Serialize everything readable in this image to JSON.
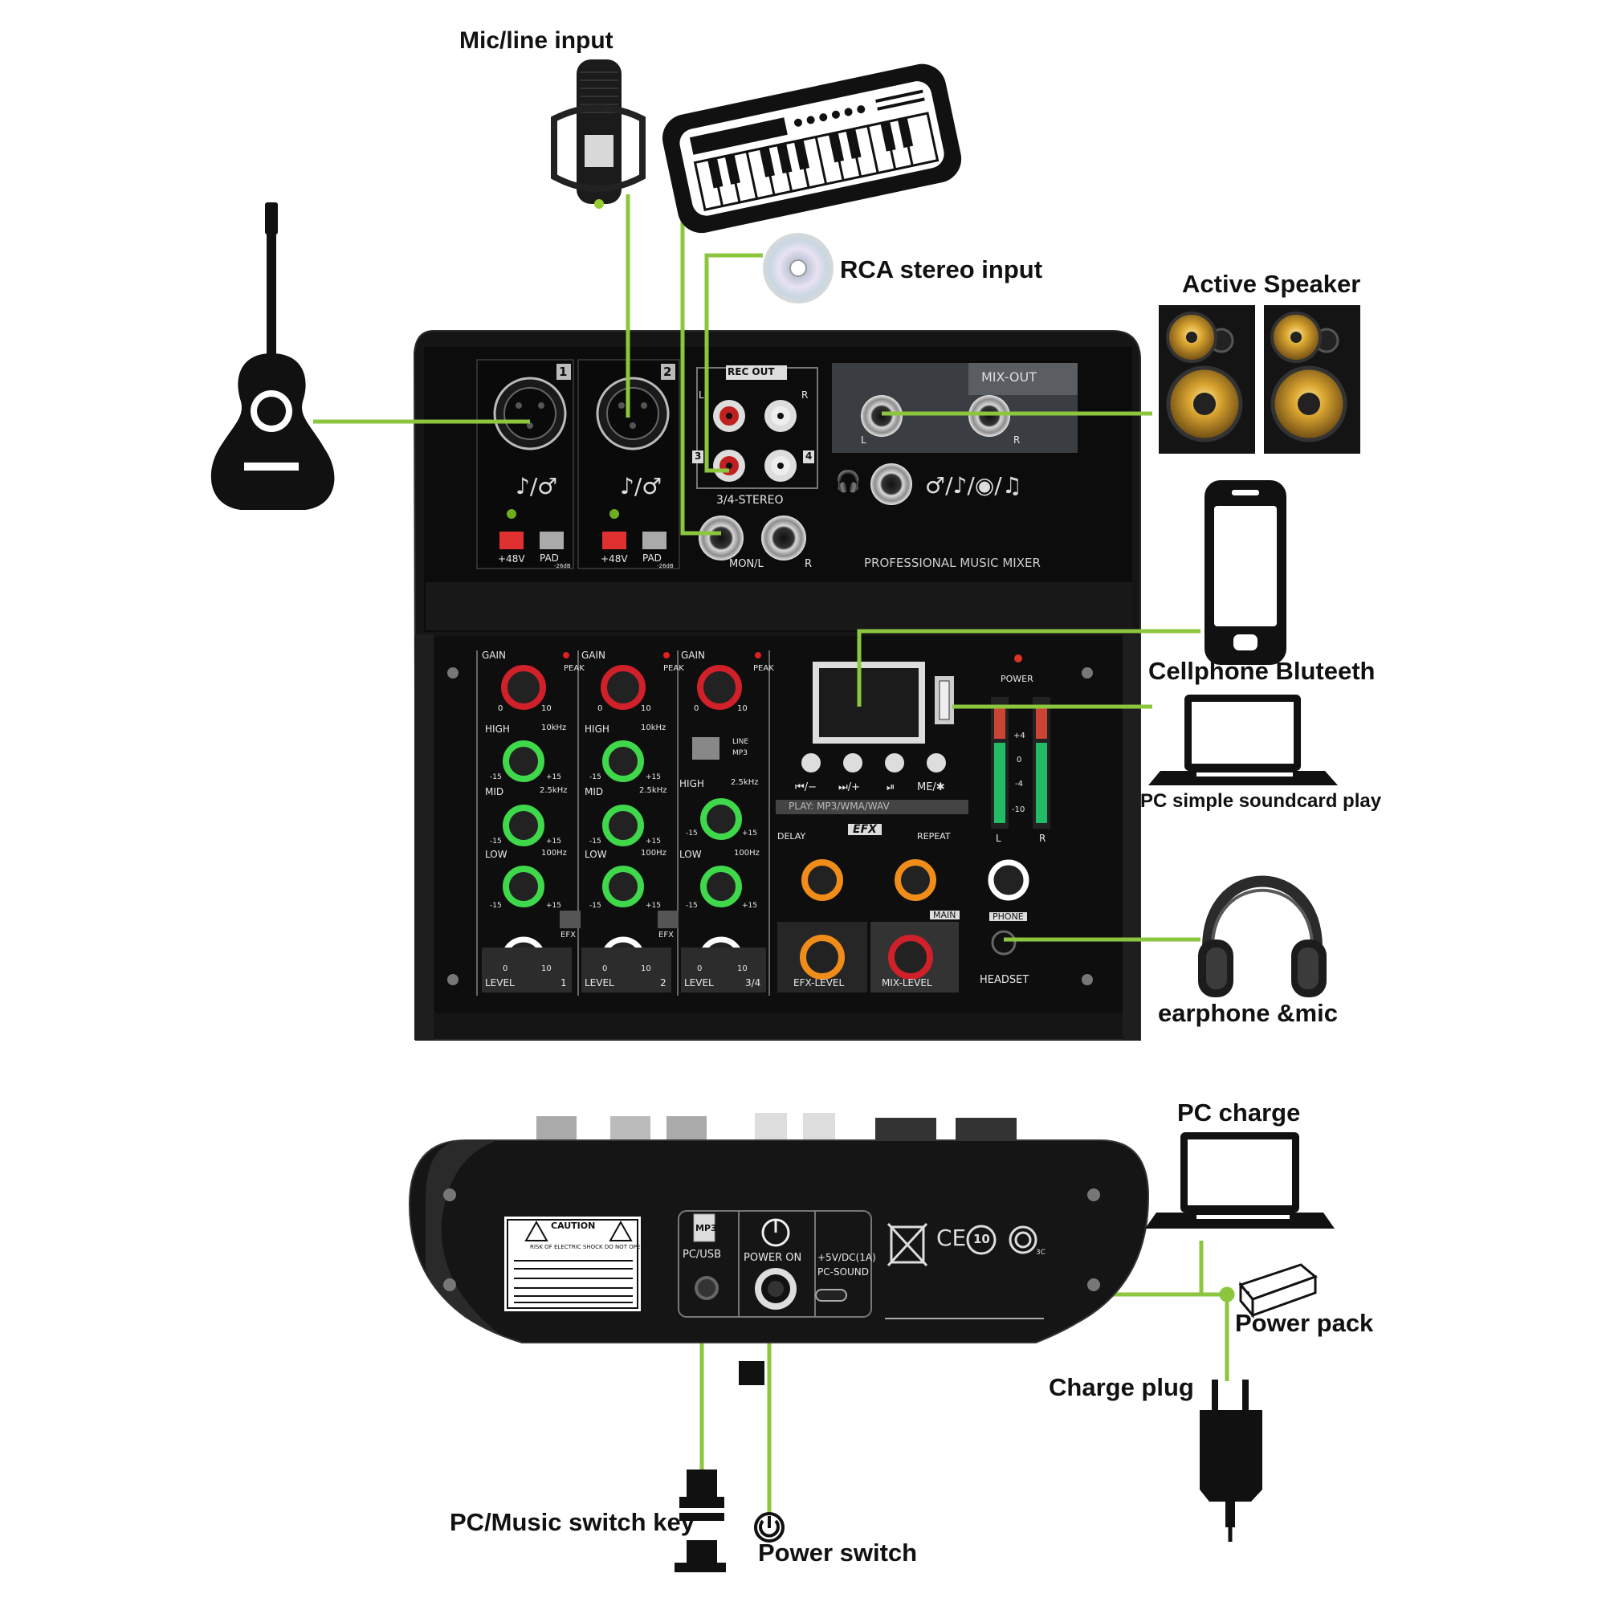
{
  "callouts": {
    "mic_line_input": "Mic/line input",
    "rca_stereo_input": "RCA stereo input",
    "active_speaker": "Active Speaker",
    "cellphone_bluetooth": "Cellphone Bluteeth",
    "pc_soundcard": "PC simple soundcard play",
    "earphone_mic": "earphone &mic",
    "pc_charge": "PC charge",
    "power_pack": "Power pack",
    "charge_plug": "Charge plug",
    "pc_music_switch": "PC/Music switch key",
    "power_switch": "Power switch"
  },
  "top_panel": {
    "ch1": "1",
    "ch2": "2",
    "rec_out": "REC OUT",
    "rca_l": "L",
    "rca_r": "R",
    "rca_3": "3",
    "rca_4": "4",
    "stereo_34": "3/4-STEREO",
    "mon_l": "MON/L",
    "mon_r": "R",
    "mix_out": "MIX-OUT",
    "mix_l": "L",
    "mix_r": "R",
    "phantom": "+48V",
    "pad": "PAD",
    "pad_sub": "-26dB",
    "brand": "PROFESSIONAL MUSIC MIXER"
  },
  "front_panel": {
    "gain": "GAIN",
    "peak": "PEAK",
    "high": "HIGH",
    "mid": "MID",
    "low": "LOW",
    "f_high": "10kHz",
    "f_mid": "2.5kHz",
    "f_low": "100Hz",
    "eq_min": "-15",
    "eq_max": "+15",
    "knob_min": "0",
    "knob_max": "10",
    "efx": "EFX",
    "level": "LEVEL",
    "ch1": "1",
    "ch2": "2",
    "ch34": "3/4",
    "line": "LINE",
    "mp3": "MP3",
    "power": "POWER",
    "prev": "⏮/−",
    "next": "⏭/+",
    "play": "⏯",
    "mode": "ME/✱",
    "play_formats": "PLAY: MP3/WMA/WAV",
    "efx_badge": "EFX",
    "delay": "DELAY",
    "repeat": "REPEAT",
    "efx_level": "EFX-LEVEL",
    "main": "MAIN",
    "mix_level": "MIX-LEVEL",
    "phone": "PHONE",
    "headset": "HEADSET",
    "meter_l": "L",
    "meter_r": "R",
    "meter_marks": [
      "+4",
      "0",
      "-4",
      "-10"
    ]
  },
  "rear_panel": {
    "caution_title": "CAUTION",
    "caution_text": "RISK OF ELECTRIC SHOCK DO NOT OPEN",
    "mp3": "MP3",
    "pc_usb": "PC/USB",
    "power_on": "POWER ON",
    "dc_spec": "+5V/DC(1A)",
    "pc_sound": "PC-SOUND",
    "ce": "CE",
    "cert_10": "10",
    "cert_3c": "3C"
  },
  "colors": {
    "connector_line": "#8cc63f",
    "device_body": "#151515",
    "panel": "#0c0c0c",
    "knob_gain": "#d0202a",
    "knob_eq": "#3fd84a",
    "knob_efx": "#f08c1a",
    "knob_level": "#ffffff"
  }
}
